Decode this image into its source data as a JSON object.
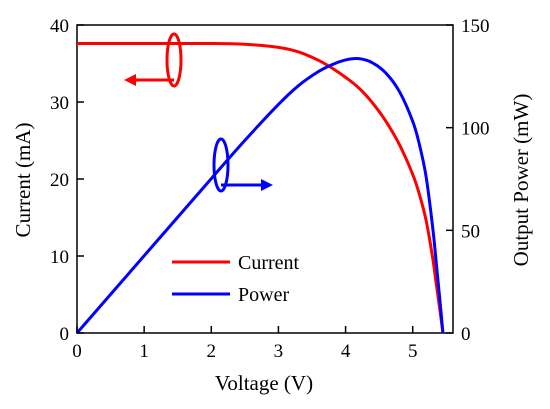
{
  "chart_data": {
    "type": "line",
    "xlabel": "Voltage (V)",
    "ylabel": "Current (mA)",
    "y2label": "Output Power (mW)",
    "xlim": [
      0,
      5.6
    ],
    "ylim": [
      0,
      40
    ],
    "y2lim": [
      0,
      150
    ],
    "xticks": [
      "0",
      "1",
      "2",
      "3",
      "4",
      "5"
    ],
    "yticks": [
      "0",
      "10",
      "20",
      "30",
      "40"
    ],
    "y2ticks": [
      "0",
      "50",
      "100",
      "150"
    ],
    "grid": false,
    "legend_position": "lower-center",
    "series": [
      {
        "name": "Current",
        "axis": "left",
        "color": "#ff0000",
        "x": [
          0,
          1,
          2,
          2.5,
          3.0,
          3.3,
          3.6,
          3.8,
          4.0,
          4.2,
          4.4,
          4.6,
          4.8,
          5.0,
          5.1,
          5.2,
          5.3,
          5.35,
          5.4,
          5.45
        ],
        "y": [
          37.6,
          37.6,
          37.6,
          37.5,
          37.1,
          36.5,
          35.4,
          34.4,
          33.2,
          31.8,
          29.9,
          27.5,
          24.5,
          20.6,
          18.0,
          14.6,
          9.6,
          6.4,
          3.3,
          0
        ]
      },
      {
        "name": "Power",
        "axis": "right",
        "color": "#0000ff",
        "x": [
          0,
          1,
          2,
          2.5,
          3.0,
          3.3,
          3.6,
          3.8,
          4.0,
          4.2,
          4.4,
          4.6,
          4.8,
          5.0,
          5.1,
          5.2,
          5.3,
          5.35,
          5.4,
          5.45
        ],
        "y": [
          0,
          37.6,
          75.2,
          93.8,
          111.3,
          120.5,
          127.4,
          130.7,
          133.0,
          133.6,
          131.6,
          126.6,
          117.7,
          103.1,
          91.7,
          76.0,
          50.7,
          34.3,
          17.6,
          0
        ]
      }
    ],
    "annotations": [
      {
        "target": "Current",
        "direction": "left",
        "color": "#ff0000"
      },
      {
        "target": "Power",
        "direction": "right",
        "color": "#0000ff"
      }
    ]
  }
}
